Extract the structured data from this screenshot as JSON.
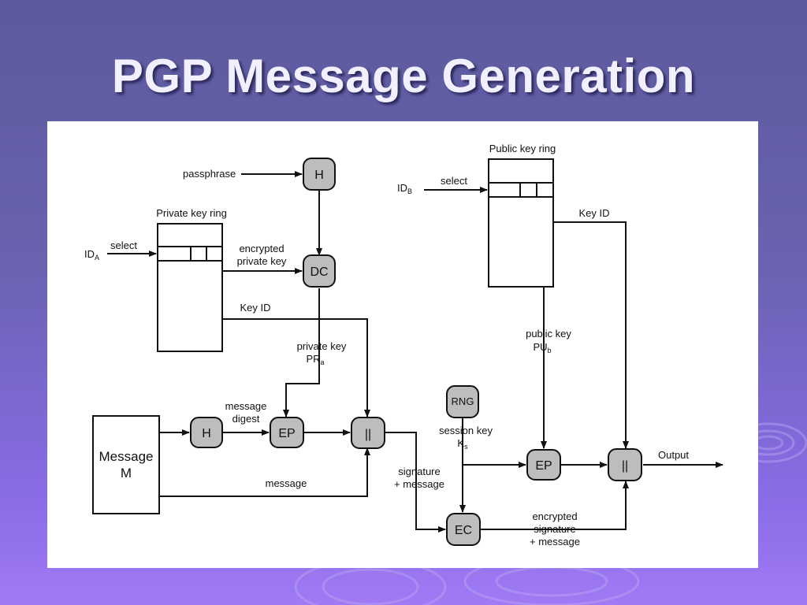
{
  "slide": {
    "title": "PGP Message Generation"
  },
  "diagram": {
    "nodes": {
      "hash_top": "H",
      "dc": "DC",
      "hash_left": "H",
      "ep_left": "EP",
      "concat_left": "||",
      "rng": "RNG",
      "ep_right": "EP",
      "concat_right": "||",
      "ec": "EC"
    },
    "message_box": {
      "line1": "Message",
      "line2": "M"
    },
    "private_ring": {
      "title": "Private key ring"
    },
    "public_ring": {
      "title": "Public key ring"
    },
    "labels": {
      "passphrase": "passphrase",
      "id_a": "ID",
      "id_a_sub": "A",
      "select_a": "select",
      "encrypted_private_key_1": "encrypted",
      "encrypted_private_key_2": "private key",
      "key_id_left": "Key ID",
      "private_key_1": "private key",
      "private_key_2": "PR",
      "private_key_sub": "a",
      "message_digest_1": "message",
      "message_digest_2": "digest",
      "message": "message",
      "id_b": "ID",
      "id_b_sub": "B",
      "select_b": "select",
      "key_id_right": "Key ID",
      "public_key_1": "public key",
      "public_key_2": "PU",
      "public_key_sub": "b",
      "session_key_1": "session key",
      "session_key_2": "K",
      "session_key_sub": "s",
      "signature_message_1": "signature",
      "signature_message_2": "+ message",
      "encrypted_sig_1": "encrypted",
      "encrypted_sig_2": "signature",
      "encrypted_sig_3": "+ message",
      "output": "Output"
    }
  }
}
